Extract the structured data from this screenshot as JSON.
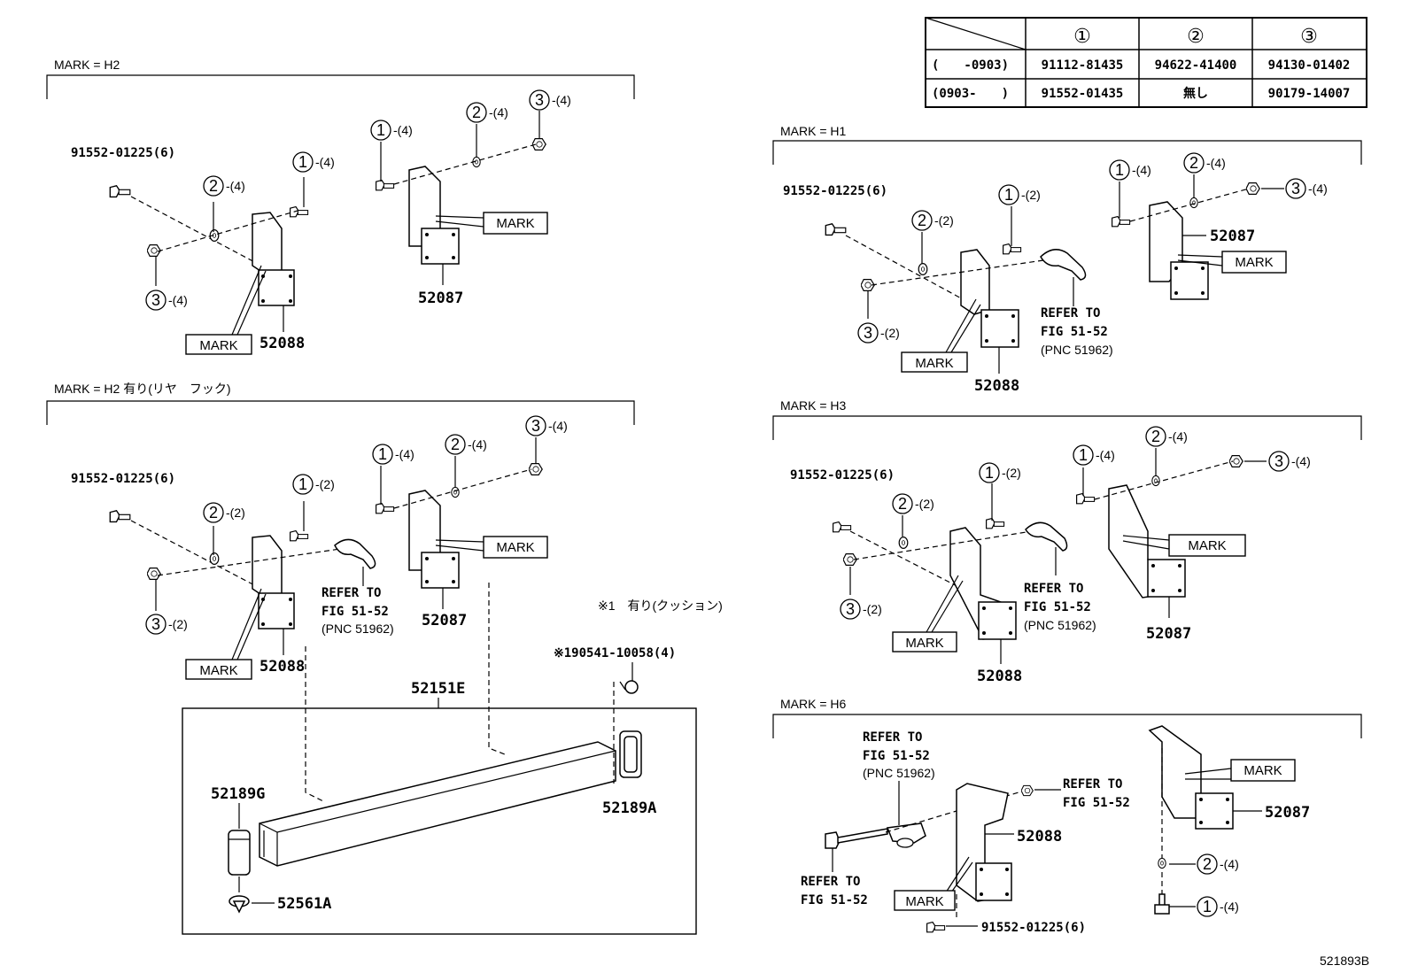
{
  "table": {
    "headers": [
      "①",
      "②",
      "③"
    ],
    "rows": [
      {
        "range": "(　　-0903)",
        "c1": "91112-81435",
        "c2": "94622-41400",
        "c3": "94130-01402"
      },
      {
        "range": "(0903-　　)",
        "c1": "91552-01435",
        "c2": "無し",
        "c3": "90179-14007"
      }
    ]
  },
  "groups": {
    "h2": {
      "caption": "MARK = H2",
      "bolt": "91552-01225(6)",
      "q1a": "-(4)",
      "q2a": "-(4)",
      "q3a": "-(4)",
      "q1b": "-(4)",
      "q2b": "-(4)",
      "q3b": "-(4)",
      "part_a": "52087",
      "part_b": "52088",
      "mark_a": "MARK",
      "mark_b": "MARK"
    },
    "h2hook": {
      "caption": "MARK = H2 有り(リヤ　フック)",
      "bolt": "91552-01225(6)",
      "q1a": "-(4)",
      "q2a": "-(4)",
      "q3a": "-(4)",
      "q1b": "-(2)",
      "q2b": "-(2)",
      "q3b": "-(2)",
      "part_a": "52087",
      "part_b": "52088",
      "mark_a": "MARK",
      "mark_b": "MARK",
      "refer1": "REFER TO",
      "refer2": "FIG 51-52",
      "pnc": "(PNC 51962)"
    },
    "h1": {
      "caption": "MARK = H1",
      "bolt": "91552-01225(6)",
      "q1a": "-(4)",
      "q2a": "-(4)",
      "q3a": "-(4)",
      "q1b": "-(2)",
      "q2b": "-(2)",
      "q3b": "-(2)",
      "part_a": "52087",
      "part_b": "52088",
      "mark_a": "MARK",
      "mark_b": "MARK",
      "refer1": "REFER TO",
      "refer2": "FIG 51-52",
      "pnc": "(PNC 51962)"
    },
    "h3": {
      "caption": "MARK = H3",
      "bolt": "91552-01225(6)",
      "q1a": "-(4)",
      "q2a": "-(4)",
      "q3a": "-(4)",
      "q1b": "-(2)",
      "q2b": "-(2)",
      "q3b": "-(2)",
      "part_a": "52087",
      "part_b": "52088",
      "mark_a": "MARK",
      "mark_b": "MARK",
      "refer1": "REFER TO",
      "refer2": "FIG 51-52",
      "pnc": "(PNC 51962)"
    },
    "h6": {
      "caption": "MARK = H6",
      "refer1": "REFER TO",
      "refer2": "FIG 51-52",
      "pnc": "(PNC 51962)",
      "refer_b1": "REFER TO",
      "refer_b2": "FIG 51-52",
      "refer_c1": "REFER TO",
      "refer_c2": "FIG 51-52",
      "part_a": "52088",
      "part_b": "52087",
      "mark_a": "MARK",
      "mark_b": "MARK",
      "q1": "-(4)",
      "q2": "-(4)",
      "bolt": "91552-01225(6)"
    }
  },
  "main": {
    "note": "※1　有り(クッション)",
    "clip": "※190541-10058(4)",
    "assembly": "52151E",
    "part_g": "52189G",
    "part_a": "52189A",
    "part_s": "52561A"
  },
  "circles": {
    "one": "1",
    "two": "2",
    "three": "3"
  },
  "drawing_id": "521893B"
}
